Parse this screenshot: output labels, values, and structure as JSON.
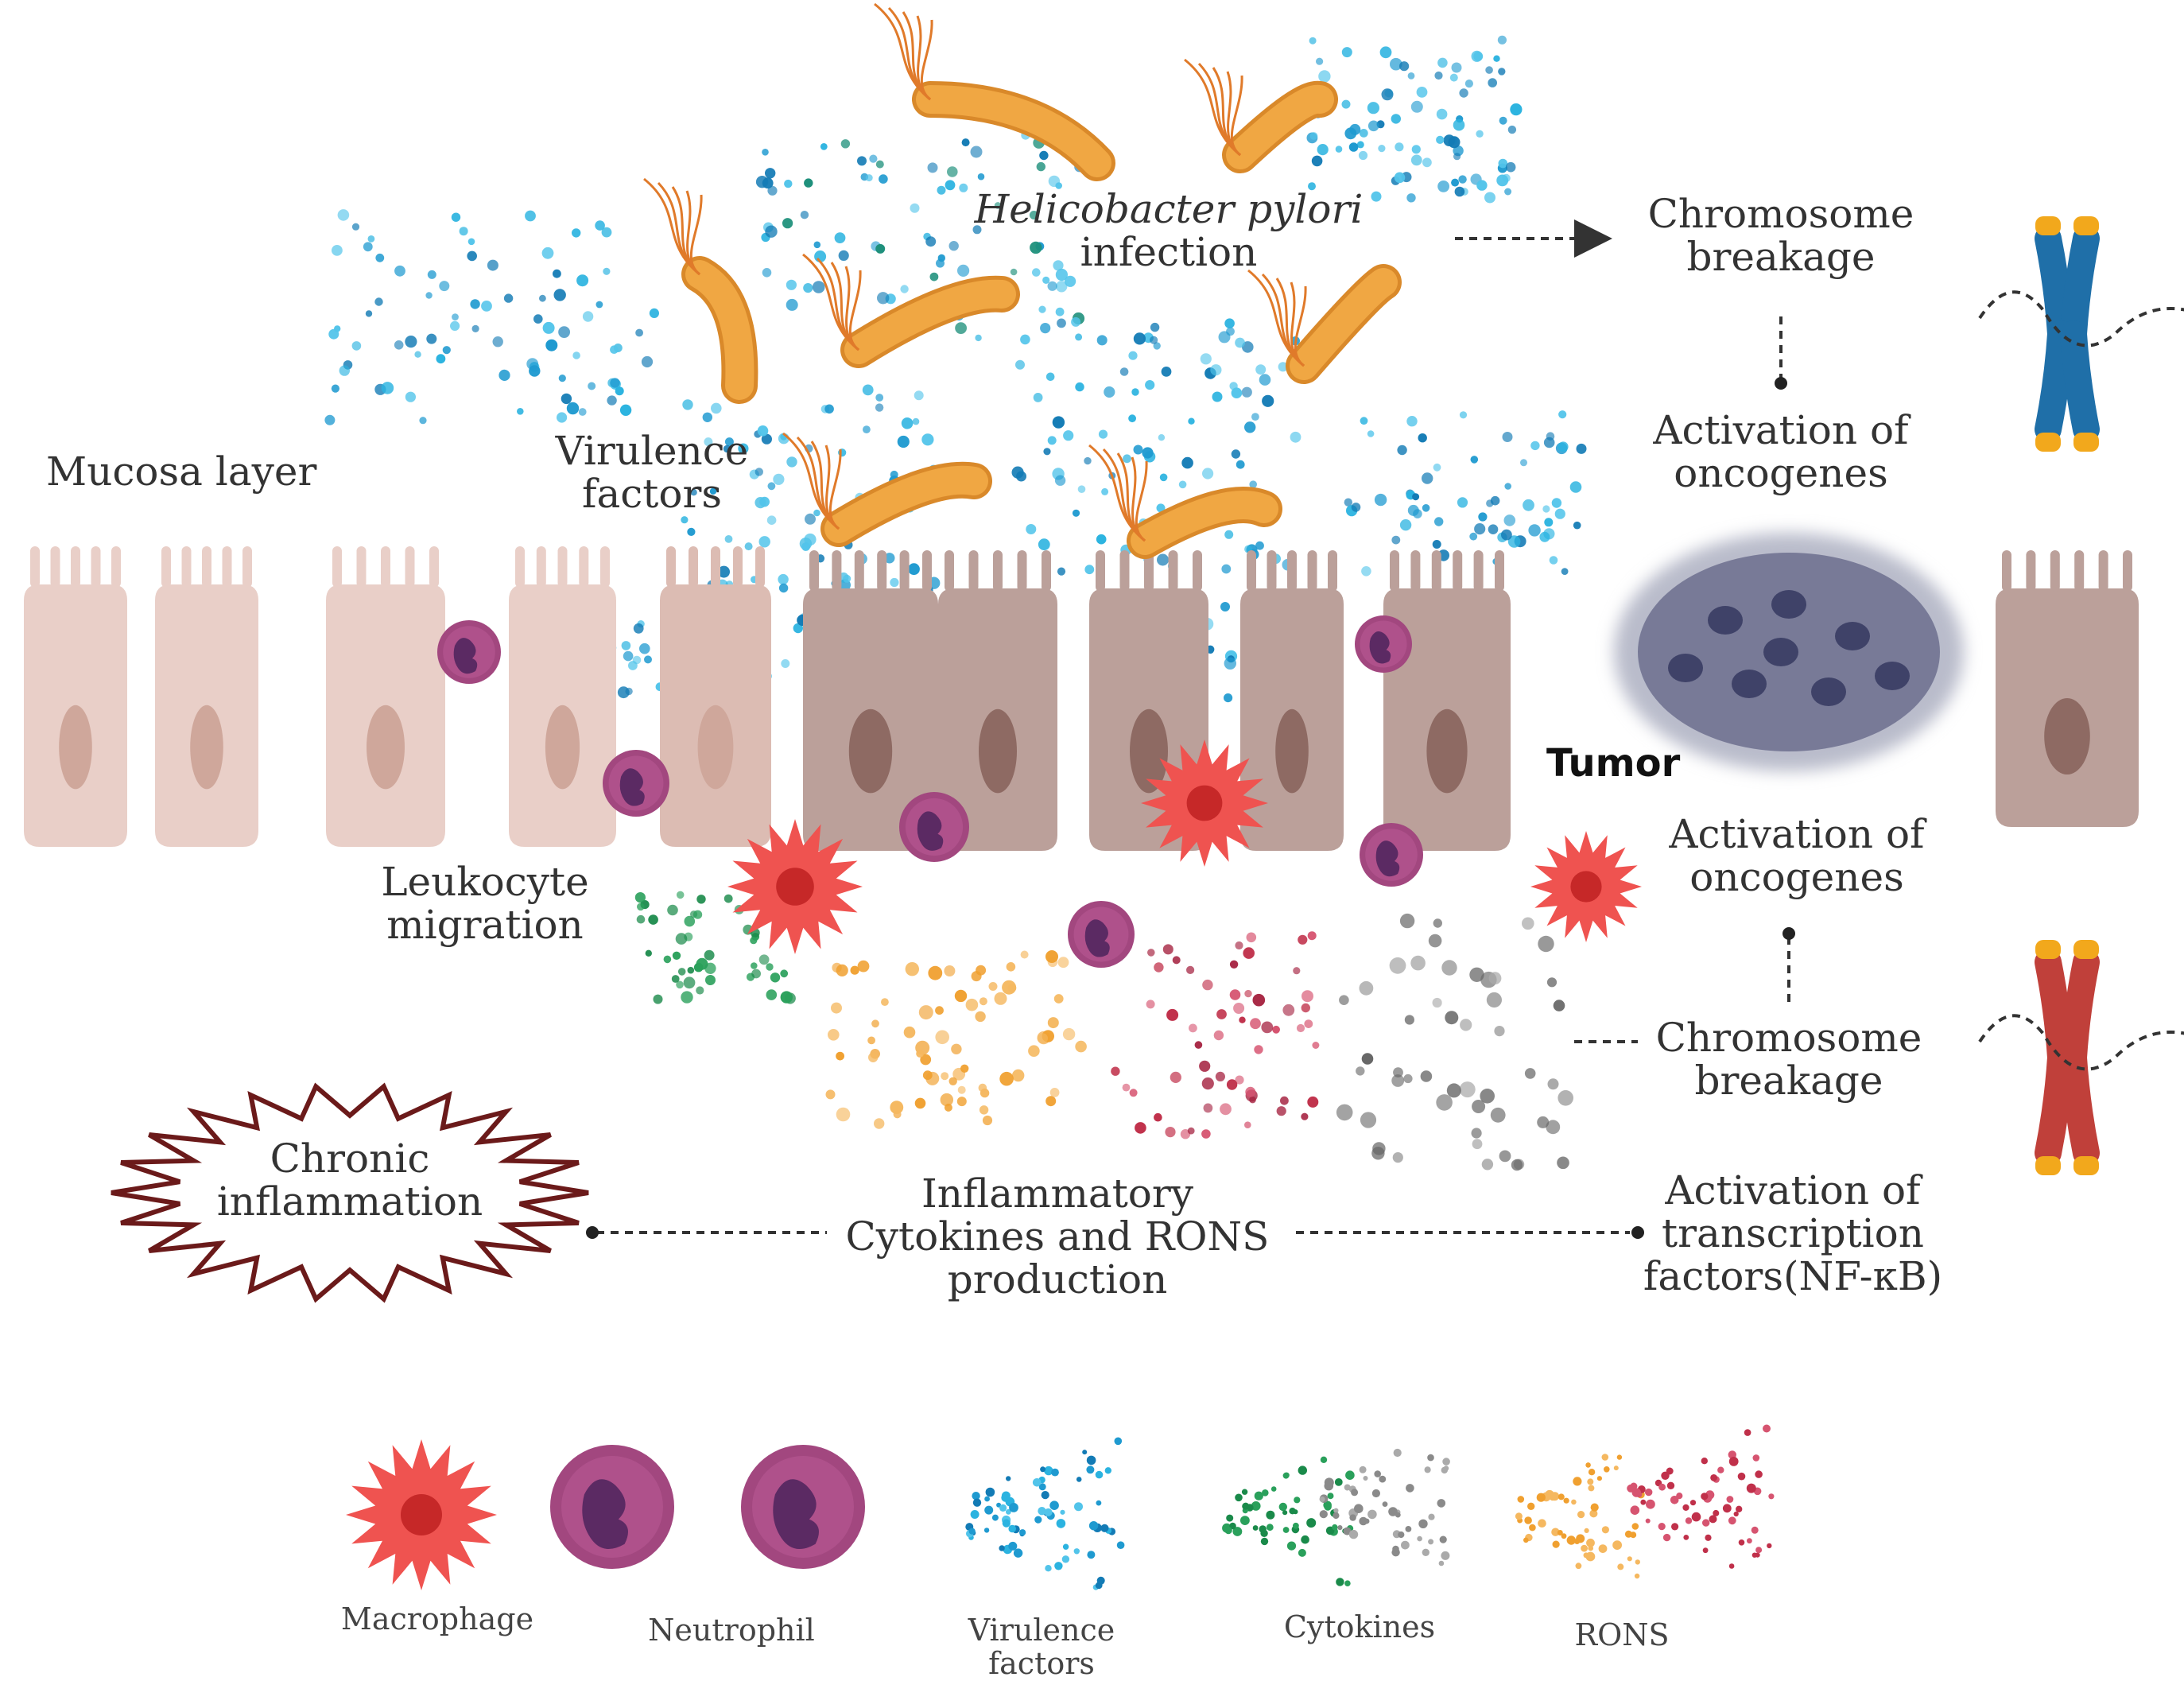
{
  "diagram": {
    "labels": {
      "hp_infection": [
        "Helicobacter pylori",
        "infection"
      ],
      "chromosome_breakage_top": [
        "Chromosome",
        "breakage"
      ],
      "activation_oncogenes_top": [
        "Activation of",
        "oncogenes"
      ],
      "mucosa_layer": "Mucosa layer",
      "virulence_factors": [
        "Virulence",
        "factors"
      ],
      "tumor": "Tumor",
      "activation_oncogenes_mid": [
        "Activation of",
        "oncogenes"
      ],
      "leukocyte_migration": [
        "Leukocyte",
        "migration"
      ],
      "chromosome_breakage_bottom": [
        "Chromosome",
        "breakage"
      ],
      "chronic_inflammation": [
        "Chronic",
        "inflammation"
      ],
      "inflammatory_production": [
        "Inflammatory",
        "Cytokines and RONS",
        "production"
      ],
      "activation_transcription": [
        "Activation of",
        "transcription",
        "factors(NF-κB)"
      ]
    },
    "legend": {
      "macrophage": "Macrophage",
      "neutrophil": "Neutrophil",
      "virulence_factors": [
        "Virulence",
        "factors"
      ],
      "cytokines": "Cytokines",
      "rons": "RONS"
    },
    "colors": {
      "healthy_cell": "#e9cfc8",
      "infected_cell": "#bba09a",
      "nucleus_healthy": "#cfa79b",
      "nucleus_infected": "#8e6a63",
      "bacteria": "#f0a743",
      "flagella": "#e07a2a",
      "neutrophil": "#a2477f",
      "neutrophil_nucleus": "#5b2a63",
      "macrophage": "#ef5350",
      "virulence_dots": "#1f9ad0",
      "cytokine_dots": "#1a8a4a",
      "cytokine_grey": "#8a8a8a",
      "rons_orange": "#f0a030",
      "rons_red": "#c0304a",
      "chromosome_blue": "#1f6fa8",
      "chromosome_red": "#c0403a",
      "centromere_tips": "#f2a81c",
      "tumor_mass": "#6c6f8e",
      "inflammation_border": "#6b1a1a"
    }
  }
}
